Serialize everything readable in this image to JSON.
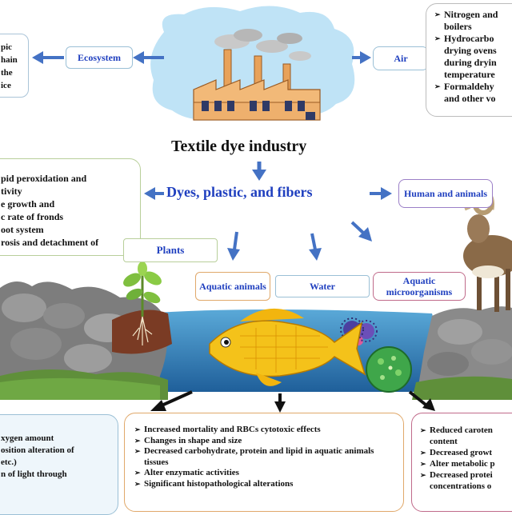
{
  "title": "Textile dye industry",
  "subtitle": "Dyes, plastic, and fibers",
  "labels": {
    "ecosystem": "Ecosystem",
    "air": "Air",
    "plants": "Plants",
    "human_animals": "Human and animals",
    "aquatic_animals": "Aquatic animals",
    "water": "Water",
    "aquatic_microorganisms": "Aquatic microorganisms"
  },
  "ecosystem_box": {
    "lines": [
      "pic",
      "hain",
      "the",
      "ice"
    ]
  },
  "air_box": {
    "items": [
      [
        "Nitrogen and",
        "boilers"
      ],
      [
        "Hydrocarbo",
        "drying ovens",
        "during dryin",
        "temperature"
      ],
      [
        "Formaldehy",
        "and other vo"
      ]
    ]
  },
  "plants_box": {
    "lines": [
      "pid peroxidation and",
      "tivity",
      "e growth and",
      "c rate of fronds",
      "oot system",
      "rosis and detachment of"
    ]
  },
  "water_box": {
    "lines": [
      "xygen amount",
      "osition alteration of",
      "etc.)",
      "n of light through"
    ]
  },
  "aquatic_animals_box": {
    "items": [
      "Increased mortality and RBCs cytotoxic effects",
      "Changes in shape and size",
      "Decreased carbohydrate, protein and lipid in aquatic animals tissues",
      "Alter enzymatic activities",
      "Significant histopathological alterations"
    ]
  },
  "microorganisms_box": {
    "items": [
      [
        "Reduced caroten",
        "content"
      ],
      [
        "Decreased growt"
      ],
      [
        "Alter metabolic p"
      ],
      [
        "Decreased protei",
        "concentrations o"
      ]
    ]
  },
  "icons": [
    "factory-icon",
    "plant-icon",
    "fish-icon",
    "goat-icon",
    "rocks-icon",
    "virus-icon",
    "algae-icon"
  ],
  "colors": {
    "accent": "#1f3fbf",
    "arrow": "#4472c4",
    "box_border": "#b8cf9a",
    "label_border": "#9b7fc7"
  }
}
